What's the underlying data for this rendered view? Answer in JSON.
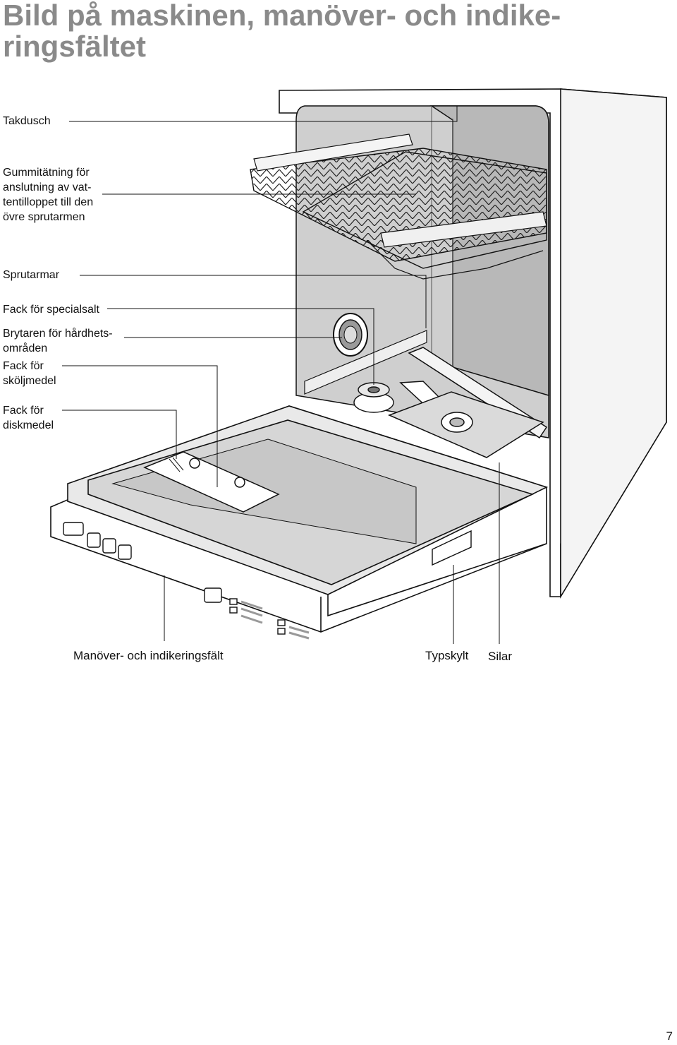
{
  "title": {
    "line1": "Bild på maskinen, manöver- och indike-",
    "line2": "ringsfältet"
  },
  "labels": {
    "takdusch": "Takdusch",
    "gummitatning": [
      "Gummitätning   för",
      "anslutning  av  vat-",
      "tentilloppet till den",
      "övre sprutarmen"
    ],
    "sprutarmar": "Sprutarmar",
    "fack_specialsalt": "Fack för specialsalt",
    "brytaren": [
      "Brytaren  för  hårdhets-",
      "områden"
    ],
    "fack_skoljmedel": [
      "Fack för",
      "sköljmedel"
    ],
    "fack_diskmedel": [
      "Fack för",
      "diskmedel"
    ],
    "manover": "Manöver- och indikeringsfält",
    "typskylt": "Typskylt",
    "silar": "Silar"
  },
  "page_number": "7",
  "colors": {
    "title": "#8a8a8a",
    "interior": "#c9c9c9",
    "interior_dark": "#b3b3b3",
    "outline": "#111111",
    "door_inner": "#d6d6d6"
  }
}
